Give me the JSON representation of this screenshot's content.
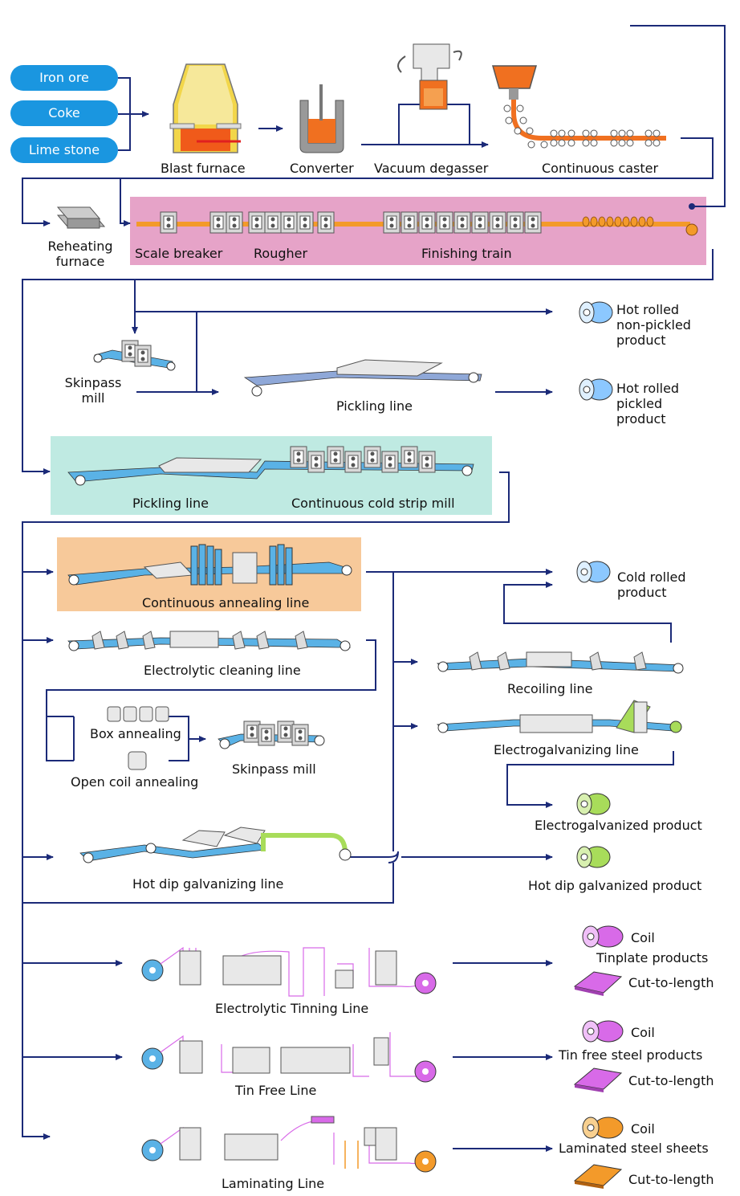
{
  "raw_materials": [
    "Iron ore",
    "Coke",
    "Lime stone"
  ],
  "steelmaking": {
    "blast_furnace": "Blast furnace",
    "converter": "Converter",
    "vacuum_degasser": "Vacuum degasser",
    "continuous_caster": "Continuous caster"
  },
  "hot_rolling": {
    "reheating_furnace": "Reheating furnace",
    "scale_breaker": "Scale breaker",
    "rougher": "Rougher",
    "finishing_train": "Finishing train"
  },
  "hot_processing": {
    "skinpass_mill": "Skinpass mill",
    "pickling_line": "Pickling line"
  },
  "hot_products": {
    "non_pickled": "Hot rolled non-pickled product",
    "pickled": "Hot rolled pickled product"
  },
  "cold_rolling": {
    "pickling_line": "Pickling line",
    "cold_strip_mill": "Continuous cold strip mill"
  },
  "finishing_lines": {
    "continuous_annealing": "Continuous annealing line",
    "electrolytic_cleaning": "Electrolytic cleaning line",
    "box_annealing": "Box annealing",
    "open_coil_annealing": "Open coil annealing",
    "skinpass_mill": "Skinpass mill",
    "hot_dip_galvanizing": "Hot dip galvanizing line",
    "recoiling": "Recoiling line",
    "electrogalvanizing": "Electrogalvanizing line"
  },
  "cold_products": {
    "cold_rolled": "Cold rolled product",
    "electrogalvanized": "Electrogalvanized product",
    "hot_dip_galvanized": "Hot dip galvanized product"
  },
  "coating_lines": {
    "tinning": "Electrolytic Tinning Line",
    "tin_free": "Tin Free Line",
    "laminating": "Laminating Line"
  },
  "coated_products": {
    "coil": "Coil",
    "cut_to_length": "Cut-to-length",
    "tinplate": "Tinplate products",
    "tin_free_steel": "Tin free steel products",
    "laminated": "Laminated steel sheets"
  },
  "colors": {
    "flow_line": "#1b2a78",
    "raw_pill": "#1a96e0",
    "hot_rolling_zone": "#e6a3c8",
    "cold_rolling_zone": "#bfeae2",
    "annealing_zone": "#f7c99a",
    "strip_blue": "#5ab2e6",
    "coil_blue": "#8cc8ff",
    "coil_green": "#a8dc5a",
    "coil_purple": "#d86ae8",
    "coil_orange": "#f39a2a",
    "molten": "#f07020"
  }
}
